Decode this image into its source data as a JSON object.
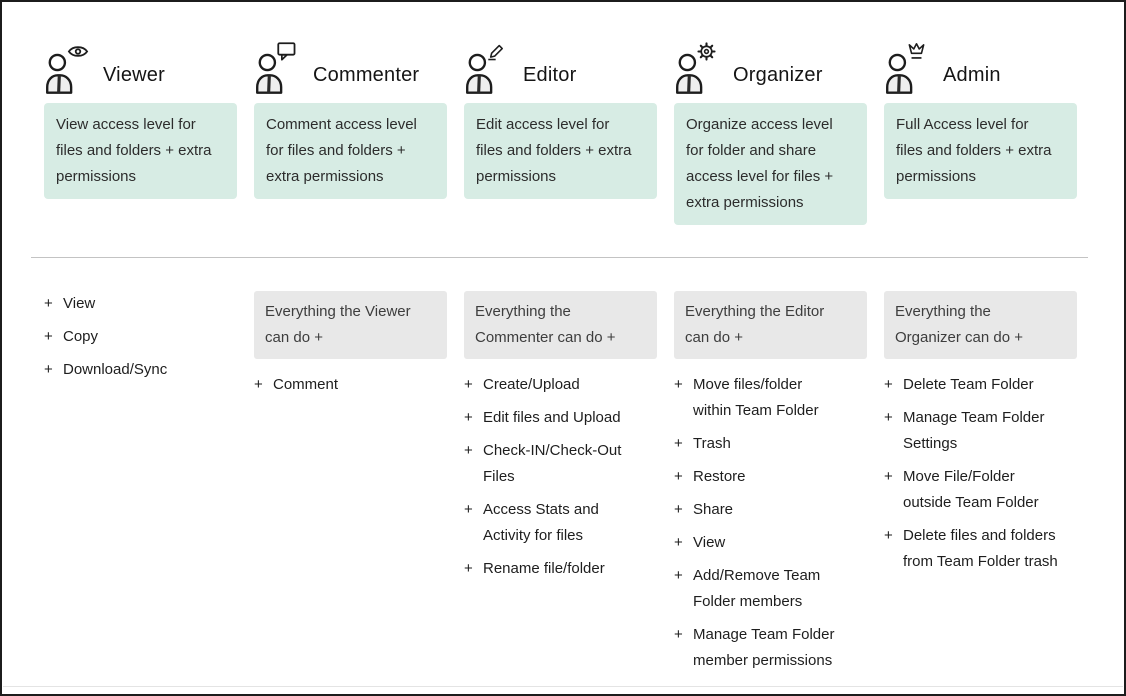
{
  "colors": {
    "description_box_bg": "#d7ece4",
    "inherit_box_bg": "#e8e8e8",
    "divider": "#c3c3c3",
    "border": "#1c1c1c",
    "text": "#1e1e1e"
  },
  "plus": "+",
  "roles": [
    {
      "name": "Viewer",
      "icon": "eye-icon",
      "description": "View access level for\nfiles and folders + extra\npermissions",
      "inherits": "",
      "permissions": [
        "View",
        "Copy",
        "Download/Sync"
      ]
    },
    {
      "name": "Commenter",
      "icon": "comment-bubble-icon",
      "description": "Comment access level\nfor files and folders +\nextra permissions",
      "inherits": "Everything the Viewer\ncan do +",
      "permissions": [
        "Comment"
      ]
    },
    {
      "name": "Editor",
      "icon": "pencil-icon",
      "description": "Edit access level for\nfiles and folders + extra\npermissions",
      "inherits": "Everything the\nCommenter can do +",
      "permissions": [
        "Create/Upload",
        "Edit files and Upload",
        "Check-IN/Check-Out\nFiles",
        "Access Stats and\nActivity for files",
        "Rename file/folder"
      ]
    },
    {
      "name": "Organizer",
      "icon": "gear-icon",
      "description": "Organize access level\nfor folder and share\naccess level for files +\nextra permissions",
      "inherits": "Everything the Editor\ncan do +",
      "permissions": [
        "Move files/folder\nwithin Team Folder",
        "Trash",
        "Restore",
        "Share",
        "View",
        "Add/Remove Team\nFolder members",
        "Manage Team Folder\nmember permissions"
      ]
    },
    {
      "name": "Admin",
      "icon": "crown-icon",
      "description": "Full Access level for\nfiles and folders + extra\npermissions",
      "inherits": "Everything the\nOrganizer can do +",
      "permissions": [
        "Delete Team Folder",
        "Manage Team Folder\nSettings",
        "Move File/Folder\noutside Team Folder",
        "Delete files and folders\nfrom Team Folder trash"
      ]
    }
  ]
}
